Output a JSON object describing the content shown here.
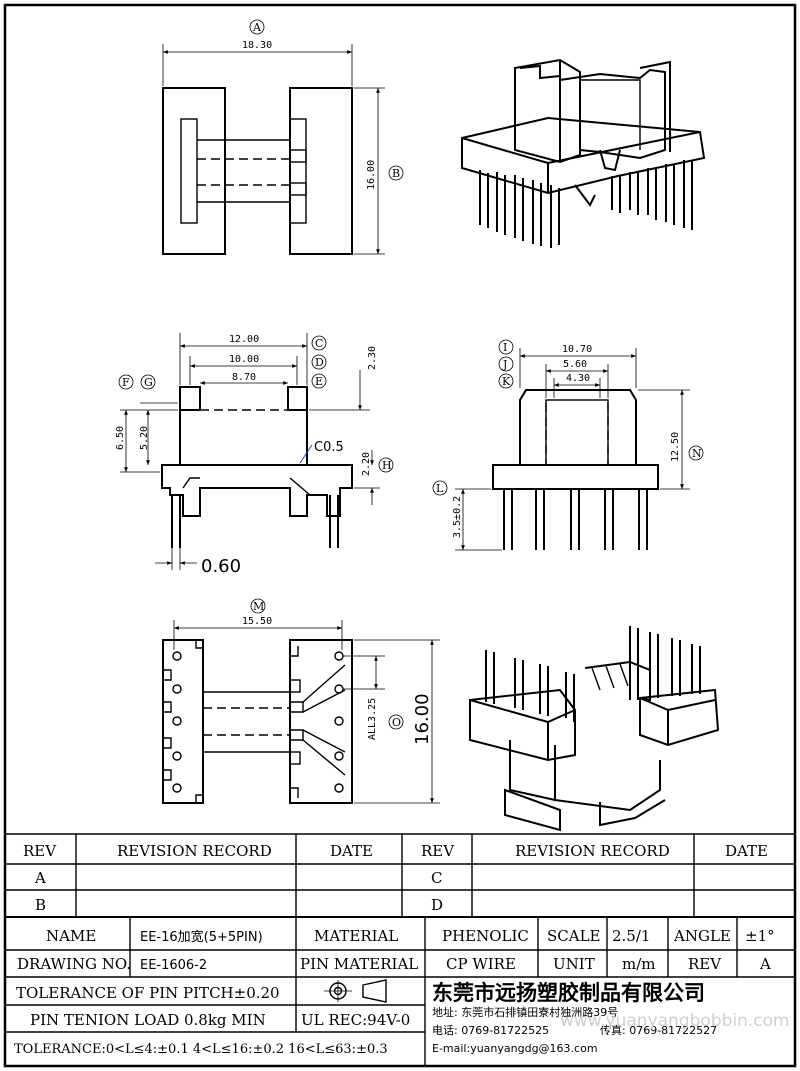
{
  "dimensions": {
    "top_width": "18.30",
    "top_height": "16.00",
    "side_12": "12.00",
    "side_10": "10.00",
    "side_870": "8.70",
    "side_230": "2.30",
    "side_650": "6.50",
    "side_520": "5.20",
    "side_220": "2.20",
    "chamfer": "C0.5",
    "pin_dia": "0.60",
    "front_1070": "10.70",
    "front_560": "5.60",
    "front_430": "4.30",
    "front_1250": "12.50",
    "front_pin": "3.5±0.2",
    "bottom_width": "15.50",
    "bottom_height": "16.00",
    "pitch": "ALL3.25"
  },
  "callouts": {
    "A": "A",
    "B": "B",
    "C": "C",
    "D": "D",
    "E": "E",
    "F": "F",
    "G": "G",
    "H": "H",
    "I": "I",
    "J": "J",
    "K": "K",
    "L": "L",
    "M": "M",
    "N": "N",
    "O": "O"
  },
  "revision": {
    "rev_header": "REV",
    "record_header": "REVISION RECORD",
    "date_header": "DATE",
    "rows_left": [
      "A",
      "B"
    ],
    "rows_right": [
      "C",
      "D"
    ]
  },
  "title_block": {
    "name_label": "NAME",
    "name_value": "EE-16加宽(5+5PIN)",
    "material_label": "MATERIAL",
    "material_value": "PHENOLIC",
    "scale_label": "SCALE",
    "scale_value": "2.5/1",
    "angle_label": "ANGLE",
    "angle_value": "±1°",
    "drawing_no_label": "DRAWING NO.",
    "drawing_no_value": "EE-1606-2",
    "pin_material_label": "PIN MATERIAL",
    "pin_material_value": "CP WIRE",
    "unit_label": "UNIT",
    "unit_value": "m/m",
    "rev_label": "REV",
    "rev_value": "A",
    "tolerance_pitch": "TOLERANCE OF PIN PITCH±0.20",
    "pin_tension": "PIN TENION LOAD 0.8kg MIN",
    "ul_rec": "UL REC:94V-0",
    "tolerance_general": "TOLERANCE:0<L≤4:±0.1  4<L≤16:±0.2  16<L≤63:±0.3",
    "company": "东莞市远扬塑胶制品有限公司",
    "address": "地址: 东莞市石排镇田寮村独洲路39号",
    "phone": "电话: 0769-81722525",
    "fax": "传真: 0769-81722527",
    "email": "E-mail:yuanyangdg@163.com",
    "watermark": "www.yuanyangbobbin.com"
  }
}
